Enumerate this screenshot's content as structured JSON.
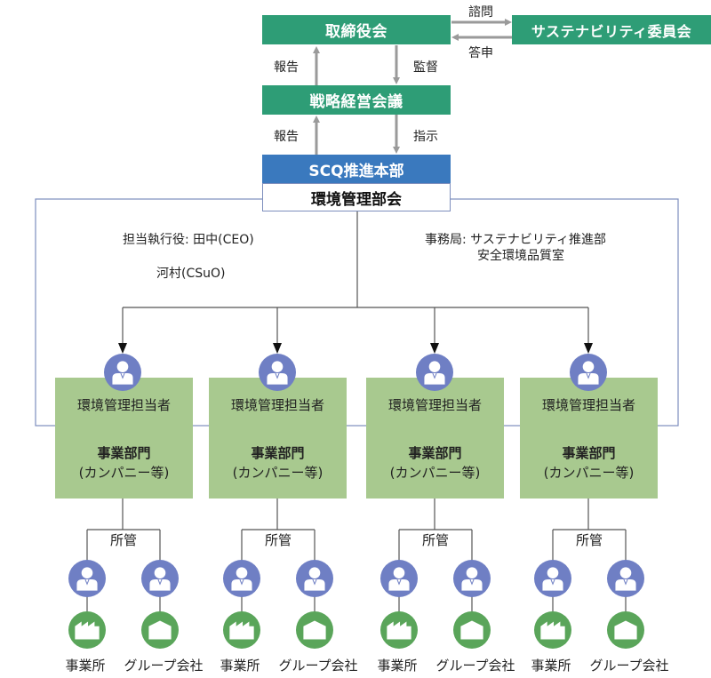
{
  "top": {
    "board": "取締役会",
    "sustainability_committee": "サステナビリティ委員会",
    "consult_label": "諮問",
    "report_back_label": "答申",
    "strategy_meeting": "戦略経営会議",
    "report_label_1": "報告",
    "supervise_label": "監督",
    "report_label_2": "報告",
    "instruct_label": "指示",
    "scq_hq": "SCQ推進本部",
    "env_committee": "環境管理部会"
  },
  "officers": {
    "line1": "担当執行役: 田中(CEO)",
    "line2": "河村(CSuO)"
  },
  "secretariat": {
    "line1": "事務局: サステナビリティ推進部",
    "line2": "安全環境品質室"
  },
  "departments": [
    {
      "manager": "環境管理担当者",
      "name": "事業部門",
      "sub": "(カンパニー等)",
      "jurisdiction": "所管",
      "site": "事業所",
      "group": "グループ会社"
    },
    {
      "manager": "環境管理担当者",
      "name": "事業部門",
      "sub": "(カンパニー等)",
      "jurisdiction": "所管",
      "site": "事業所",
      "group": "グループ会社"
    },
    {
      "manager": "環境管理担当者",
      "name": "事業部門",
      "sub": "(カンパニー等)",
      "jurisdiction": "所管",
      "site": "事業所",
      "group": "グループ会社"
    },
    {
      "manager": "環境管理担当者",
      "name": "事業部門",
      "sub": "(カンパニー等)",
      "jurisdiction": "所管",
      "site": "事業所",
      "group": "グループ会社"
    }
  ],
  "colors": {
    "governance_green": "#2e9d76",
    "scq_blue": "#3a79be",
    "department_green": "#a8c98f",
    "person_icon": "#6f7fc4",
    "facility_icon": "#5aa55a",
    "frame_border": "#7d8ebd"
  },
  "icons": {
    "person": "person-icon",
    "factory": "factory-icon",
    "office": "office-building-icon"
  }
}
